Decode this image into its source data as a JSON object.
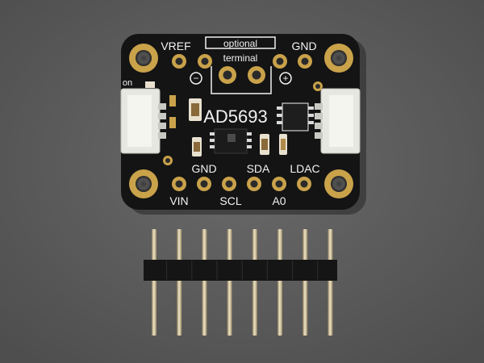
{
  "photo": {
    "background_color": "#5e5e5e",
    "board_color": "#141414",
    "pad_color": "#c9a24a",
    "silkscreen_color": "#f2f2f2"
  },
  "board": {
    "chip_label": "AD5693",
    "labels": {
      "vref": "VREF",
      "optional": "optional",
      "terminal": "terminal",
      "gnd_top": "GND",
      "minus": "−",
      "plus": "+",
      "gnd_bottom": "GND",
      "sda": "SDA",
      "ldac": "LDAC",
      "vin": "VIN",
      "scl": "SCL",
      "a0": "A0",
      "on": "on"
    },
    "components": [
      "mounting-hole",
      "stemma-connector",
      "header-pad",
      "terminal-pad",
      "dac-chip",
      "regulator-chip",
      "capacitor",
      "resistor"
    ]
  },
  "header_strip": {
    "pin_count": 8
  }
}
